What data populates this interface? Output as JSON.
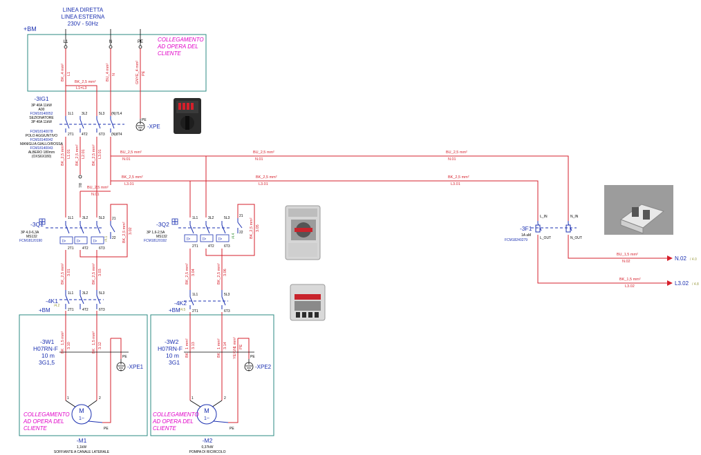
{
  "supply": {
    "title1": "LINEA DIRETTA",
    "title2": "LINEA ESTERNA",
    "voltage": "230V - 50Hz",
    "bm": "+BM",
    "terminals": [
      "L1",
      "N",
      "PE"
    ],
    "customer_note": [
      "COLLEGAMENTO",
      "AD OPERA DEL",
      "CLIENTE"
    ],
    "wires": [
      {
        "spec": "BK_4 mm²",
        "id": "L1"
      },
      {
        "spec": "BU_4 mm²",
        "id": "N"
      },
      {
        "spec": "GNYE_4 mm²",
        "id": "PE"
      }
    ],
    "bridge_wire": {
      "spec": "BK_2,5 mm²",
      "id": "L1=L3"
    }
  },
  "disconnector": {
    "tag": "-3IG1",
    "lines": [
      "3P 40A 11kW",
      "A00",
      "FCM18140052",
      "SEZIONATORE",
      "3P 40A 11kW",
      "FCM18140078",
      "POLO AGGIUNTIVO",
      "FCM18140042",
      "MANIGLIA GIALLO/ROSSA",
      "FCM18140043",
      "ALBERO 180mm",
      "(OXS6X180)"
    ],
    "pins_top": [
      "1L1",
      "3L2",
      "5L3",
      "(N)7L4"
    ],
    "pins_bottom": [
      "2T1",
      "4T2",
      "6T3",
      "(N)8T4"
    ],
    "pe_label": "PE",
    "pe_tag": "-XPE",
    "out_wires": [
      {
        "spec": "BK_2,5 mm²",
        "id": "L1.01"
      },
      {
        "spec": "BK_2,5 mm²",
        "id": "L2.01"
      },
      {
        "spec": "BK_2,5 mm²",
        "id": "L3.01"
      }
    ],
    "n_pin": "7/8"
  },
  "buses": {
    "n01": {
      "spec": "BU_2,5 mm²",
      "id": "N.01"
    },
    "l301": {
      "spec": "BK_2,5 mm²",
      "id": "L3.01"
    }
  },
  "mpcb1": {
    "tag": "-3Q1",
    "lines": [
      "3P 4,0-6,3A",
      "MS132",
      "FCM18120190"
    ],
    "pins_top": [
      "1L1",
      "3L2",
      "5L3"
    ],
    "pins_bottom": [
      "2T1",
      "4T2",
      "6T3"
    ],
    "trip": [
      "I>",
      "I>",
      "I>"
    ],
    "aux_top": "21",
    "aux_bot": "22",
    "aux_ref": "/4.1",
    "aux_wire": {
      "spec": "BK_2,5 mm²",
      "id": "3.02"
    }
  },
  "mpcb2": {
    "tag": "-3Q2",
    "lines": [
      "3P 1,6-2,5A",
      "MS132",
      "FCM18120192"
    ],
    "pins_top": [
      "1L1",
      "3L2",
      "5L3"
    ],
    "pins_bottom": [
      "2T1",
      "4T2",
      "6T3"
    ],
    "trip": [
      "I>",
      "I>",
      "I>"
    ],
    "aux_top": "21",
    "aux_bot": "22",
    "aux_ref": "/4.4",
    "aux_wire": {
      "spec": "BK_2,5 mm²",
      "id": "3.05"
    }
  },
  "m1_wires": [
    {
      "spec": "BK_2,5 mm²",
      "id": "3.01"
    },
    {
      "spec": "BK_2,5 mm²",
      "id": "3.03"
    }
  ],
  "m2_wires": [
    {
      "spec": "BK_2,5 mm²",
      "id": "3.04"
    },
    {
      "spec": "BK_2,5 mm²",
      "id": "3.06"
    }
  ],
  "contactor1": {
    "tag": "-4K1",
    "ref": "/4.2",
    "pins_top": [
      "1L1",
      "3L2",
      "5L3"
    ],
    "pins_bottom": [
      "2T1",
      "4T2",
      "6T3"
    ]
  },
  "contactor2": {
    "tag": "-4K2",
    "ref": "/4.5",
    "pins_top": [
      "1L1",
      "5L3"
    ],
    "pins_bottom": [
      "2T1",
      "6T3"
    ]
  },
  "cable1": {
    "tag": "-3W1",
    "type": "H07RN-F",
    "length": "10 m",
    "section": "3G1,5",
    "cores": [
      {
        "color": "BK",
        "spec": "1,5 mm²",
        "id": "3.10"
      },
      {
        "color": "BK",
        "spec": "1,5 mm²",
        "id": "3.12"
      }
    ],
    "pe_label": "PE",
    "pe_tag": "-XPE1"
  },
  "cable2": {
    "tag": "-3W2",
    "type": "H07RN-F",
    "length": "10 m",
    "section": "3G1",
    "cores": [
      {
        "color": "BK",
        "spec": "1 mm²",
        "id": "3.13"
      },
      {
        "color": "BK",
        "spec": "1 mm²",
        "id": "3.14"
      },
      {
        "color": "YE/GN",
        "spec": "1 mm²",
        "id": "PE"
      }
    ],
    "pe_label": "PE",
    "pe_tag": "-XPE2"
  },
  "field_bm": "+BM",
  "motor1": {
    "tag": "-M1",
    "power": "1,1kW",
    "desc": "SOFFIANTE A CANALE LATERALE",
    "pins": [
      "1",
      "2"
    ],
    "pe": "PE",
    "symbol": "M",
    "phase": "1~"
  },
  "motor2": {
    "tag": "-M2",
    "power": "0,37kW",
    "desc": "POMPA DI RICIRCOLO",
    "pins": [
      "1",
      "2"
    ],
    "pe": "PE",
    "symbol": "M",
    "phase": "1~"
  },
  "fuse": {
    "tag": "-3F1",
    "rating": "1A aM",
    "code": "FCM18240279",
    "pins": [
      "L_IN",
      "N_IN",
      "L_OUT",
      "N_OUT"
    ]
  },
  "outputs": [
    {
      "spec": "BU_1,5 mm²",
      "id": "N.02",
      "target": "N.02",
      "page": "/ 4.0"
    },
    {
      "spec": "BK_1,5 mm²",
      "id": "L3.02",
      "target": "L3.02",
      "page": "/ 4.8"
    }
  ],
  "photos": [
    "disconnector-photo",
    "mpcb-photo",
    "contactor-photo",
    "fuse-holder-photo"
  ]
}
